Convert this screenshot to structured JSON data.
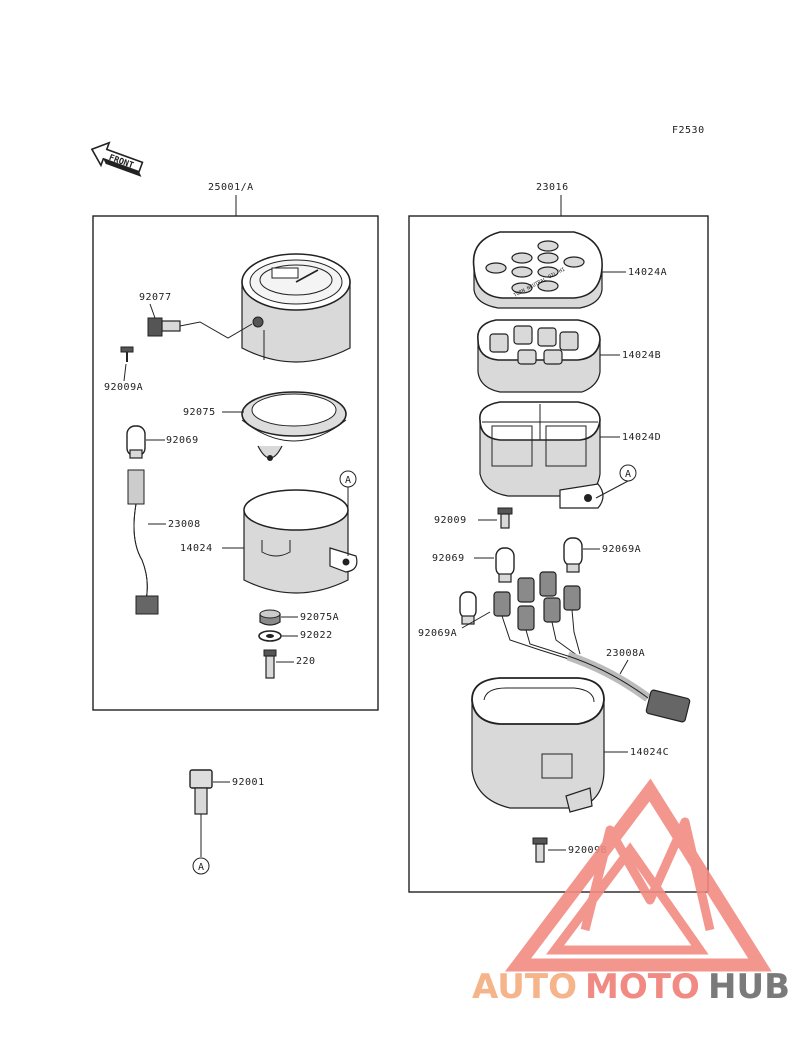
{
  "diagram": {
    "code": "F2530",
    "front_label": "FRONT",
    "groups": [
      {
        "id": "left",
        "label": "25001/A"
      },
      {
        "id": "right",
        "label": "23016"
      }
    ],
    "callouts": {
      "p92077": "92077",
      "p92009A": "92009A",
      "p92075": "92075",
      "p92069_l": "92069",
      "p23008": "23008",
      "p14024": "14024",
      "p92075A": "92075A",
      "p92022": "92022",
      "p220": "220",
      "p92001": "92001",
      "refA_left1": "A",
      "refA_left2": "A",
      "p14024A": "14024A",
      "p14024B": "14024B",
      "p14024D": "14024D",
      "refA_right": "A",
      "p92009": "92009",
      "p92069_r": "92069",
      "p92069A_r": "92069A",
      "p92069A_l": "92069A",
      "p23008A": "23008A",
      "p14024C": "14024C",
      "p92009B": "92009B"
    },
    "panel_text": "TURN NEUTRAL OIL HI",
    "watermark": {
      "part1": "AUTO",
      "part2": "MOTO",
      "part3": "HUB",
      "color1": "#f5b48a",
      "color2": "#f08a82",
      "color3": "#7a7a7a",
      "triangle_color": "#f28b82"
    }
  }
}
